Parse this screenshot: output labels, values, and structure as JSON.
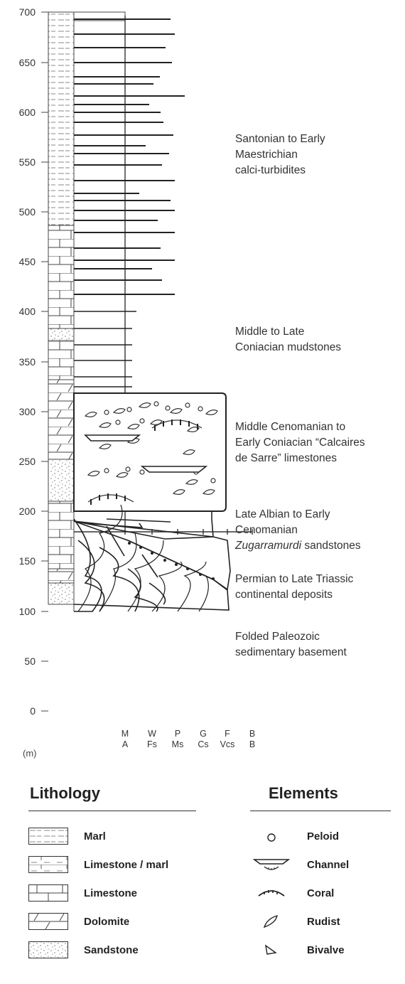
{
  "column": {
    "unit": "(m)",
    "ticks": [
      "700",
      "650",
      "600",
      "550",
      "500",
      "450",
      "400",
      "350",
      "300",
      "250",
      "200",
      "150",
      "100",
      "50",
      "0"
    ],
    "grain_top": [
      "M",
      "W",
      "P",
      "G",
      "F",
      "B"
    ],
    "grain_bottom": [
      "A",
      "Fs",
      "Ms",
      "Cs",
      "Vcs",
      "B"
    ]
  },
  "units": [
    {
      "line1": "Santonian to Early",
      "line2": "Maestrichian",
      "line3": "calci-turbidites"
    },
    {
      "line1": "Middle to Late",
      "line2": "Coniacian mudstones"
    },
    {
      "line1": "Middle Cenomanian to",
      "line2": "Early Coniacian “Calcaires",
      "line3": "de Sarre” limestones"
    },
    {
      "line1": "Late Albian to Early",
      "line2": "Cenomanian",
      "line3_italic": "Zugarramurdi",
      "line3_rest": " sandstones"
    },
    {
      "line1": "Permian to Late Triassic",
      "line2": "continental deposits"
    },
    {
      "line1": "Folded Paleozoic",
      "line2": "sedimentary basement"
    }
  ],
  "legend": {
    "lithology_title": "Lithology",
    "elements_title": "Elements",
    "lithology": [
      {
        "label": "Marl",
        "icon": "marl-swatch"
      },
      {
        "label": "Limestone / marl",
        "icon": "limestone-marl-swatch"
      },
      {
        "label": "Limestone",
        "icon": "limestone-swatch"
      },
      {
        "label": "Dolomite",
        "icon": "dolomite-swatch"
      },
      {
        "label": "Sandstone",
        "icon": "sandstone-swatch"
      }
    ],
    "elements": [
      {
        "label": "Peloid",
        "icon": "peloid-icon"
      },
      {
        "label": "Channel",
        "icon": "channel-icon"
      },
      {
        "label": "Coral",
        "icon": "coral-icon"
      },
      {
        "label": "Rudist",
        "icon": "rudist-icon"
      },
      {
        "label": "Bivalve",
        "icon": "bivalve-icon"
      }
    ]
  }
}
